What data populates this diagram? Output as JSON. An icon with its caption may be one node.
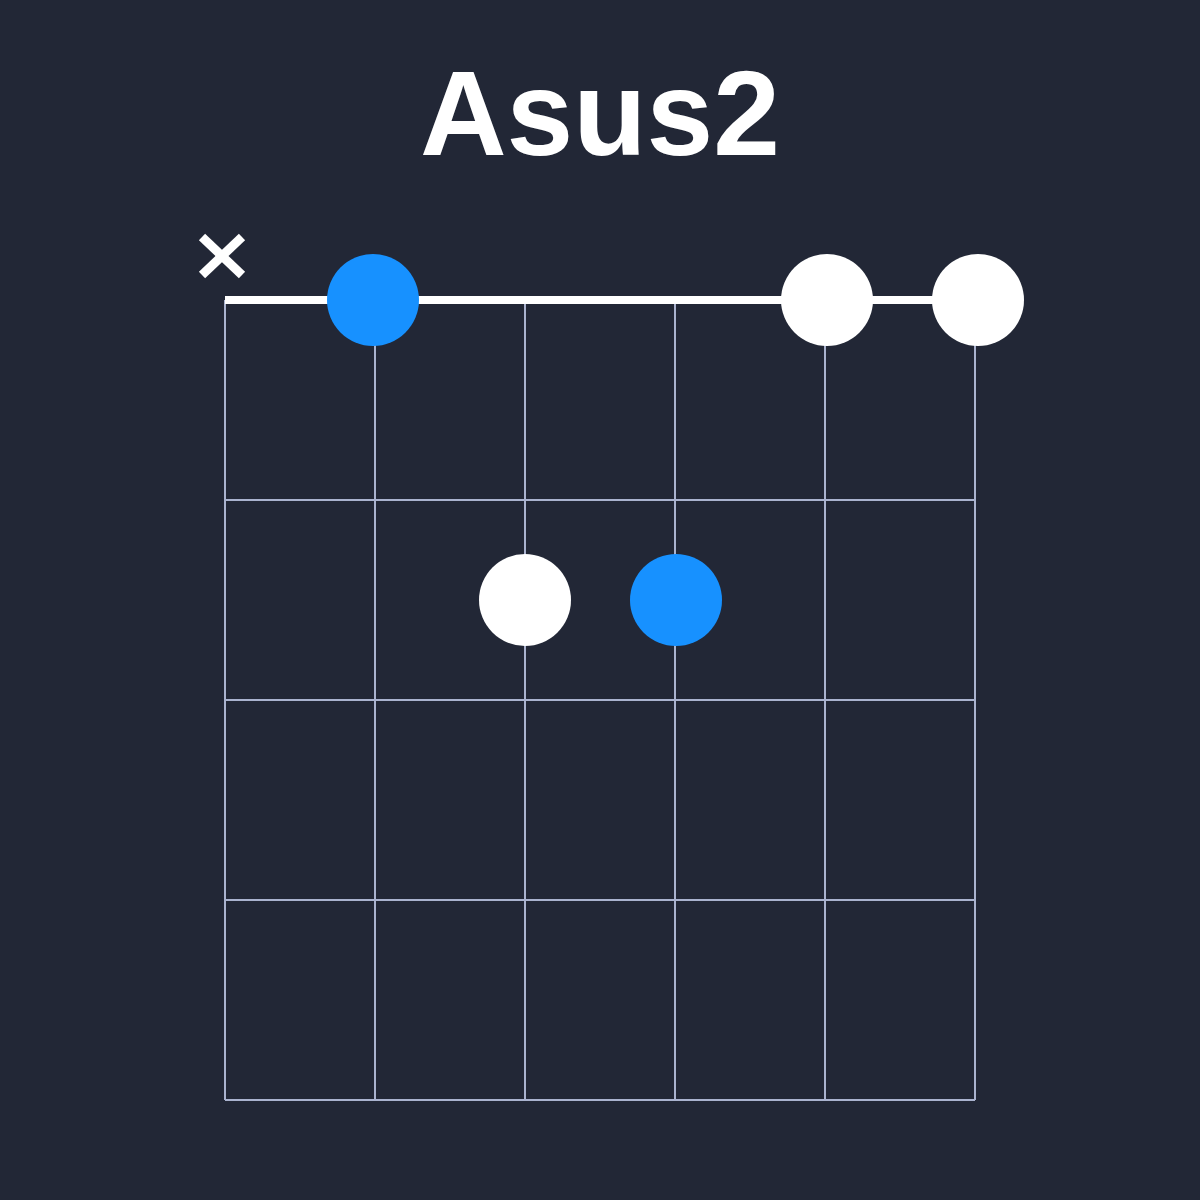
{
  "diagram": {
    "title": "Asus2",
    "nodes": [
      {
        "text": [],
        "shape": "circle"
      },
      {
        "text": [],
        "shape": "circle"
      },
      {
        "text": [],
        "shape": "circle"
      },
      {
        "text": [],
        "shape": "circle"
      },
      {
        "text": [],
        "shape": "circle"
      }
    ]
  }
}
